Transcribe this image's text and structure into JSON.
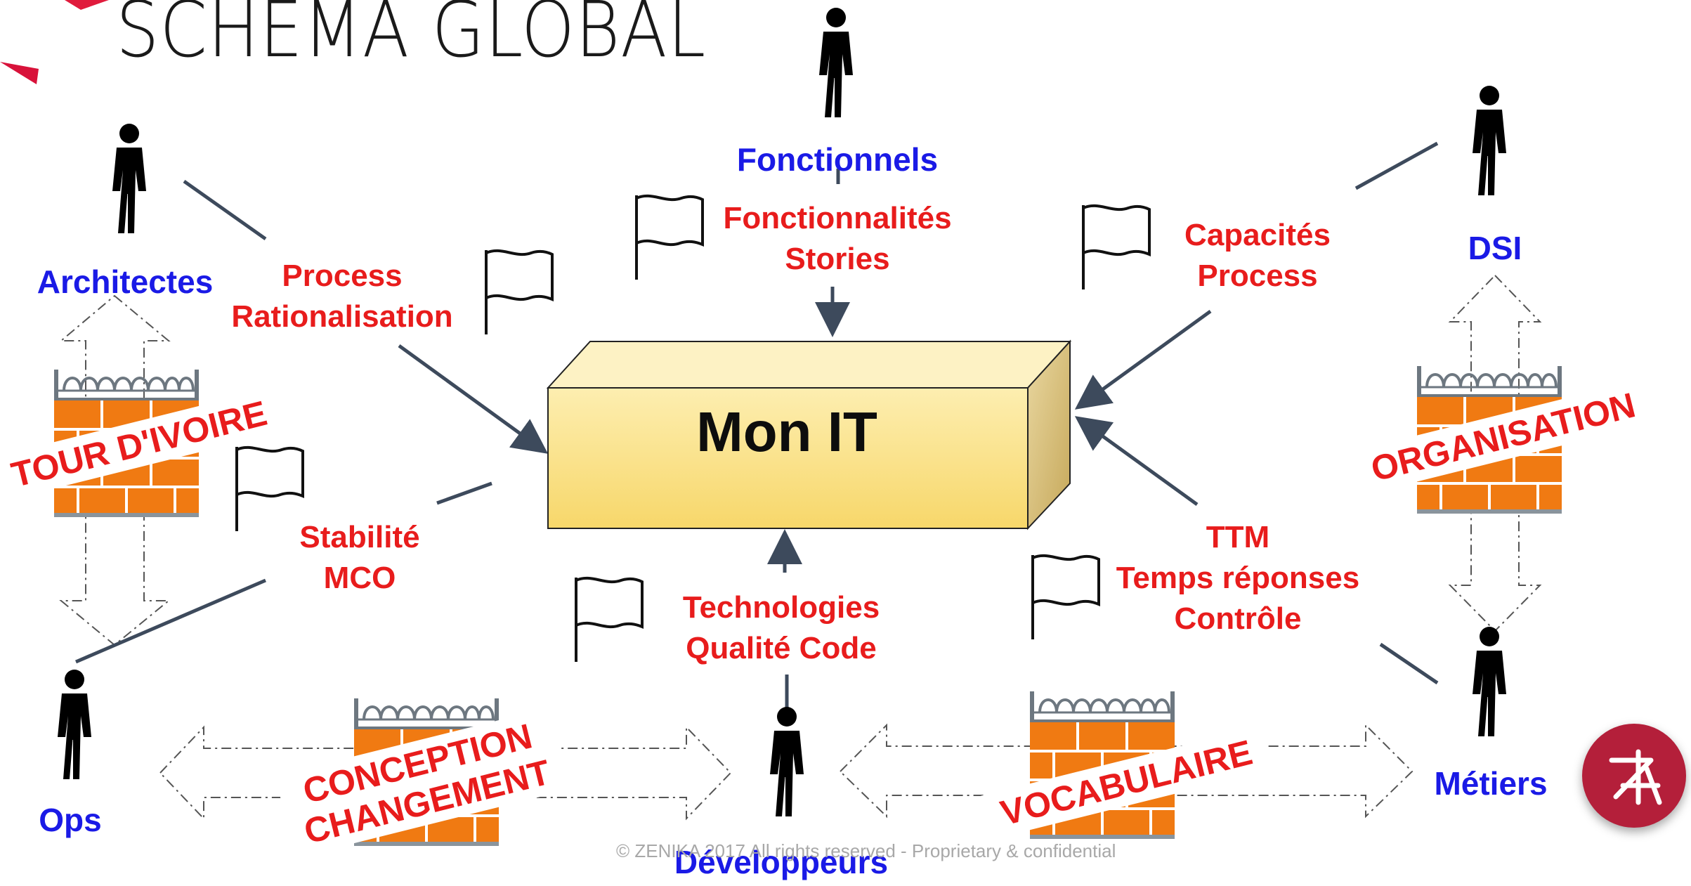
{
  "title": "SCHEMA GLOBAL",
  "core": {
    "label": "Mon IT"
  },
  "roles": {
    "fonctionnels": "Fonctionnels",
    "architectes": "Architectes",
    "dsi": "DSI",
    "ops": "Ops",
    "developpeurs": "Développeurs",
    "metiers": "Métiers"
  },
  "concerns": {
    "top": [
      "Fonctionnalités",
      "Stories"
    ],
    "top_left": [
      "Process",
      "Rationalisation"
    ],
    "top_right": [
      "Capacités",
      "Process"
    ],
    "bottom_left": [
      "Stabilité",
      "MCO"
    ],
    "bottom": [
      "Technologies",
      "Qualité Code"
    ],
    "bottom_right": [
      "TTM",
      "Temps réponses",
      "Contrôle"
    ]
  },
  "walls": {
    "left": "TOUR D'IVOIRE",
    "right": "ORGANISATION",
    "bottom_left": [
      "CONCEPTION",
      "CHANGEMENT"
    ],
    "bottom_right": "VOCABULAIRE"
  },
  "footer": {
    "copyright": "© ZENIKA 2017  All rights reserved  -  Proprietary & confidential"
  },
  "colors": {
    "role_text": "#1a1ae6",
    "concern_text": "#e81c1c",
    "box_front": "#fbe28f",
    "brick": "#f07a12",
    "arrow": "#3d4a5c"
  }
}
